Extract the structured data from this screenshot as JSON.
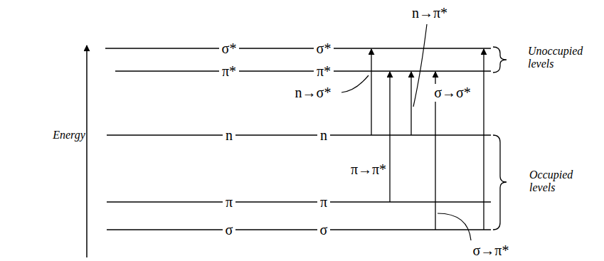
{
  "diagram": {
    "labels": [
      "Energy",
      "σ*",
      "σ*",
      "π*",
      "π*",
      "n",
      "n",
      "π",
      "π",
      "σ",
      "σ",
      "n→π*",
      "n→σ*",
      "π→π*",
      "σ→σ*",
      "σ→π*",
      "Unoccupied levels",
      "Occupied levels"
    ]
  }
}
